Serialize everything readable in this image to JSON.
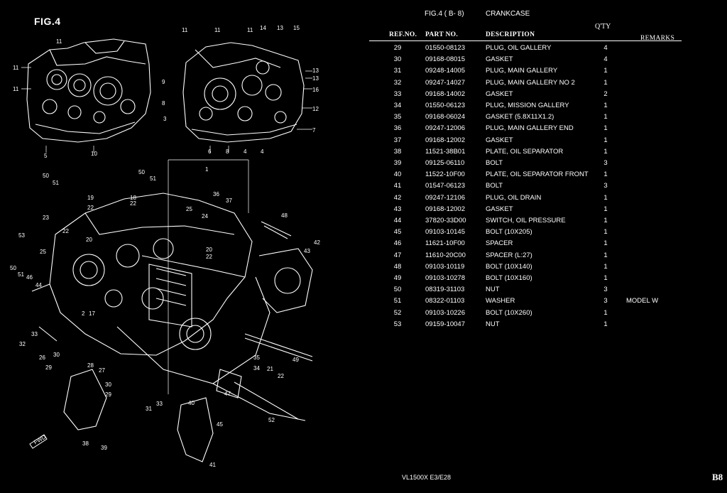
{
  "figure": {
    "title": "FIG.4",
    "callouts_top_left": [
      "11",
      "11",
      "11",
      "5",
      "10"
    ],
    "callouts_top_right": [
      "11",
      "11",
      "11",
      "14",
      "13",
      "15",
      "13",
      "13",
      "16",
      "12",
      "7",
      "9",
      "8",
      "3",
      "6",
      "8",
      "4",
      "4"
    ],
    "callouts_main": [
      "1",
      "50",
      "51",
      "50",
      "51",
      "19",
      "18",
      "22",
      "22",
      "36",
      "37",
      "25",
      "24",
      "23",
      "22",
      "53",
      "25",
      "20",
      "20",
      "22",
      "48",
      "42",
      "43",
      "50",
      "51",
      "46",
      "44",
      "2",
      "17",
      "33",
      "32",
      "26",
      "30",
      "29",
      "28",
      "27",
      "35",
      "34",
      "21",
      "22",
      "49",
      "30",
      "29",
      "31",
      "33",
      "40",
      "47",
      "45",
      "52",
      "38",
      "39",
      "41"
    ],
    "fwd_label": "FWD"
  },
  "header": {
    "fig_ref": "FIG.4  ( B- 8)",
    "section_name": "CRANKCASE",
    "qty_label": "Q'TY"
  },
  "columns": {
    "ref_no": "REF.NO.",
    "part_no": "PART NO.",
    "description": "DESCRIPTION",
    "remarks": "REMARKS"
  },
  "parts": [
    {
      "ref": "29",
      "part": "01550-08123",
      "desc": "PLUG, OIL GALLERY",
      "qty": "4",
      "remarks": ""
    },
    {
      "ref": "30",
      "part": "09168-08015",
      "desc": "GASKET",
      "qty": "4",
      "remarks": ""
    },
    {
      "ref": "31",
      "part": "09248-14005",
      "desc": "PLUG, MAIN GALLERY",
      "qty": "1",
      "remarks": ""
    },
    {
      "ref": "32",
      "part": "09247-14027",
      "desc": "PLUG, MAIN GALLERY NO 2",
      "qty": "1",
      "remarks": ""
    },
    {
      "ref": "33",
      "part": "09168-14002",
      "desc": "GASKET",
      "qty": "2",
      "remarks": ""
    },
    {
      "ref": "34",
      "part": "01550-06123",
      "desc": "PLUG, MISSION GALLERY",
      "qty": "1",
      "remarks": ""
    },
    {
      "ref": "35",
      "part": "09168-06024",
      "desc": "GASKET (5.8X11X1.2)",
      "qty": "1",
      "remarks": ""
    },
    {
      "ref": "36",
      "part": "09247-12006",
      "desc": "PLUG, MAIN GALLERY END",
      "qty": "1",
      "remarks": ""
    },
    {
      "ref": "37",
      "part": "09168-12002",
      "desc": "GASKET",
      "qty": "1",
      "remarks": ""
    },
    {
      "ref": "38",
      "part": "11521-38B01",
      "desc": "PLATE, OIL SEPARATOR",
      "qty": "1",
      "remarks": ""
    },
    {
      "ref": "39",
      "part": "09125-06110",
      "desc": "BOLT",
      "qty": "3",
      "remarks": ""
    },
    {
      "ref": "40",
      "part": "11522-10F00",
      "desc": "PLATE, OIL SEPARATOR FRONT",
      "qty": "1",
      "remarks": ""
    },
    {
      "ref": "41",
      "part": "01547-06123",
      "desc": "BOLT",
      "qty": "3",
      "remarks": ""
    },
    {
      "ref": "42",
      "part": "09247-12106",
      "desc": "PLUG, OIL DRAIN",
      "qty": "1",
      "remarks": ""
    },
    {
      "ref": "43",
      "part": "09168-12002",
      "desc": "GASKET",
      "qty": "1",
      "remarks": ""
    },
    {
      "ref": "44",
      "part": "37820-33D00",
      "desc": "SWITCH, OIL PRESSURE",
      "qty": "1",
      "remarks": ""
    },
    {
      "ref": "45",
      "part": "09103-10145",
      "desc": "BOLT (10X205)",
      "qty": "1",
      "remarks": ""
    },
    {
      "ref": "46",
      "part": "11621-10F00",
      "desc": "SPACER",
      "qty": "1",
      "remarks": ""
    },
    {
      "ref": "47",
      "part": "11610-20C00",
      "desc": "SPACER (L:27)",
      "qty": "1",
      "remarks": ""
    },
    {
      "ref": "48",
      "part": "09103-10119",
      "desc": "BOLT (10X140)",
      "qty": "1",
      "remarks": ""
    },
    {
      "ref": "49",
      "part": "09103-10278",
      "desc": "BOLT (10X160)",
      "qty": "1",
      "remarks": ""
    },
    {
      "ref": "50",
      "part": "08319-31103",
      "desc": "NUT",
      "qty": "3",
      "remarks": ""
    },
    {
      "ref": "51",
      "part": "08322-01103",
      "desc": "WASHER",
      "qty": "3",
      "remarks": "MODEL W"
    },
    {
      "ref": "52",
      "part": "09103-10226",
      "desc": "BOLT (10X260)",
      "qty": "1",
      "remarks": ""
    },
    {
      "ref": "53",
      "part": "09159-10047",
      "desc": "NUT",
      "qty": "1",
      "remarks": ""
    }
  ],
  "footer": {
    "model": "VL1500X  E3/E28",
    "page_number": "B8"
  }
}
